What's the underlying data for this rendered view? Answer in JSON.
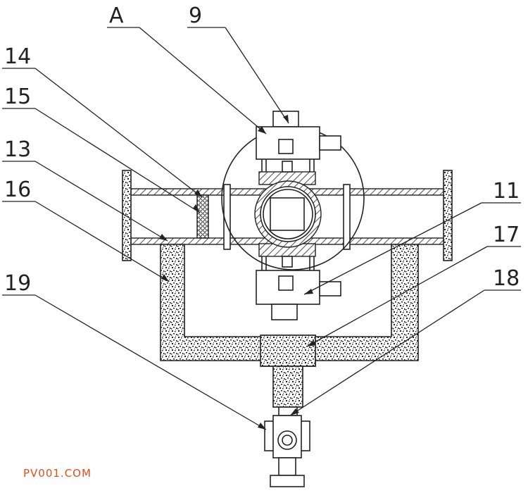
{
  "labels": {
    "A": "A",
    "n9": "9",
    "n14": "14",
    "n15": "15",
    "n13": "13",
    "n16": "16",
    "n11": "11",
    "n17": "17",
    "n19": "19",
    "n18": "18"
  },
  "watermark": "PV001.COM",
  "colors": {
    "line": "#222222",
    "watermark": "#e0501e"
  }
}
